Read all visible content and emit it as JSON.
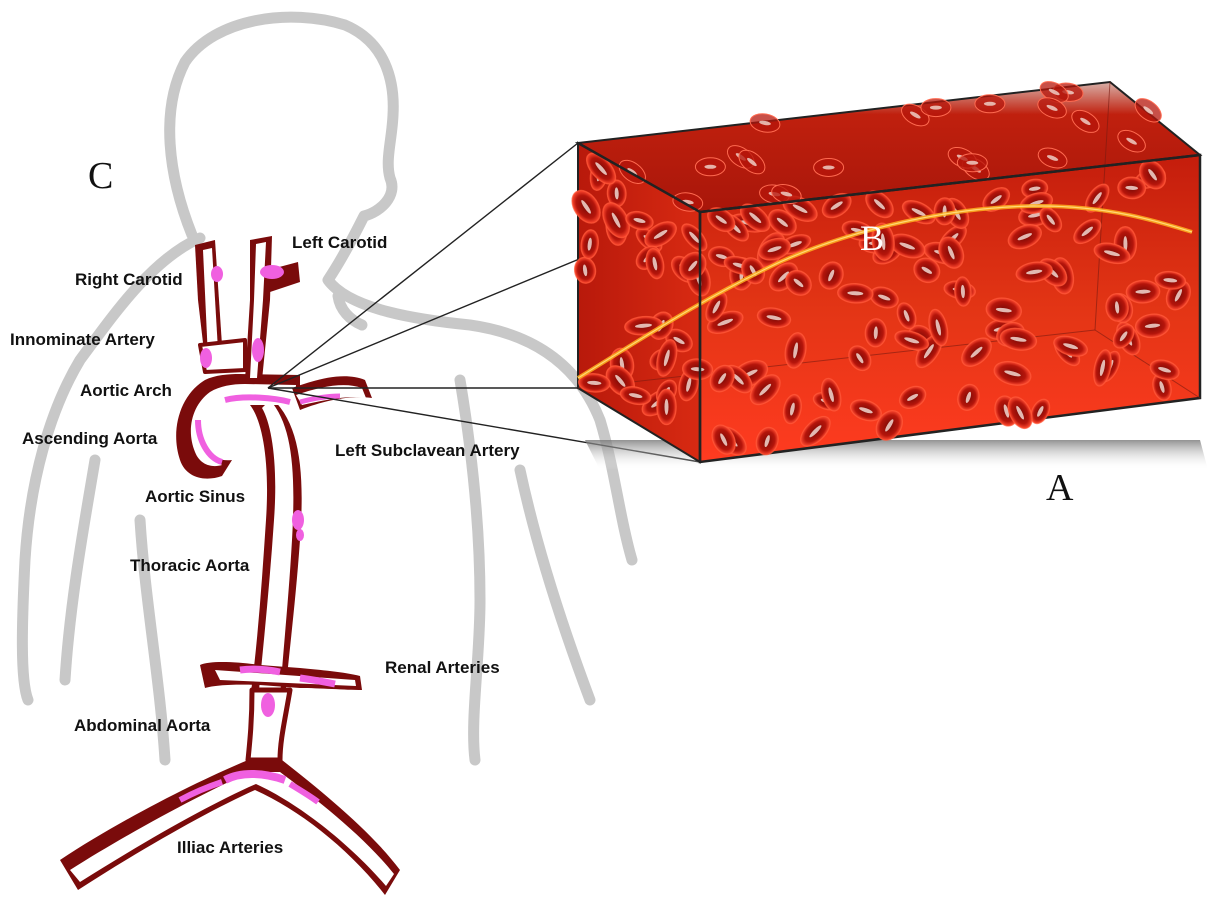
{
  "panels": {
    "a": "A",
    "b": "B",
    "c": "C"
  },
  "labels": {
    "left_carotid": "Left Carotid",
    "right_carotid": "Right Carotid",
    "innominate_artery": "Innominate Artery",
    "aortic_arch": "Aortic Arch",
    "ascending_aorta": "Ascending Aorta",
    "left_subclavean_artery": "Left Subclavean Artery",
    "aortic_sinus": "Aortic Sinus",
    "thoracic_aorta": "Thoracic Aorta",
    "renal_arteries": "Renal Arteries",
    "abdominal_aorta": "Abdominal Aorta",
    "illiac_arteries": "Illiac Arteries"
  },
  "colors": {
    "vessel_wall": "#7a0b0b",
    "plaque": "#f060e0",
    "body_outline": "#c8c8c8",
    "blood": "#d92a10",
    "cell": "#9e0f08",
    "catheter": "#ffb020"
  }
}
